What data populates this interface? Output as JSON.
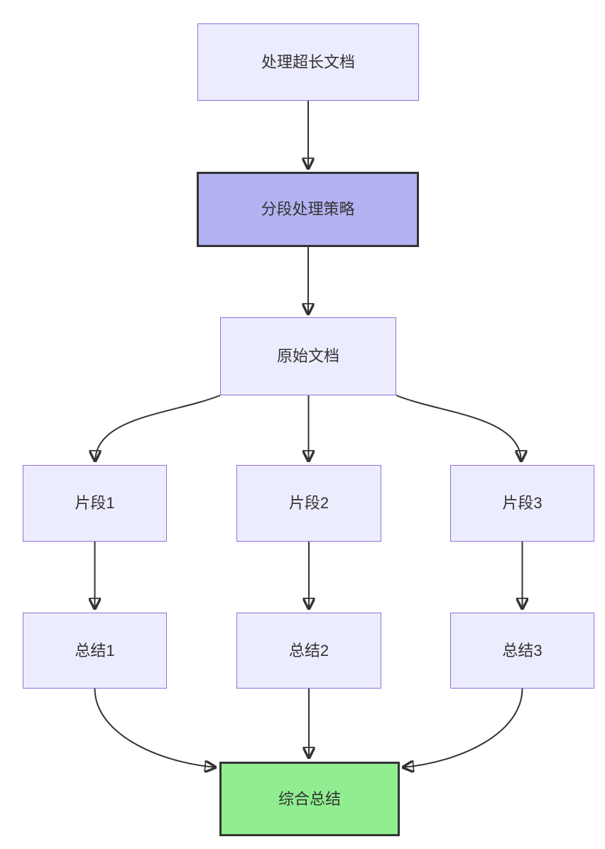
{
  "diagram": {
    "type": "flowchart",
    "direction": "top-down",
    "nodes": [
      {
        "id": "A",
        "label": "处理超长文档",
        "style": "default"
      },
      {
        "id": "B",
        "label": "分段处理策略",
        "style": "highlight-purple"
      },
      {
        "id": "C",
        "label": "原始文档",
        "style": "default"
      },
      {
        "id": "D1",
        "label": "片段1",
        "style": "default"
      },
      {
        "id": "D2",
        "label": "片段2",
        "style": "default"
      },
      {
        "id": "D3",
        "label": "片段3",
        "style": "default"
      },
      {
        "id": "E1",
        "label": "总结1",
        "style": "default"
      },
      {
        "id": "E2",
        "label": "总结2",
        "style": "default"
      },
      {
        "id": "E3",
        "label": "总结3",
        "style": "default"
      },
      {
        "id": "F",
        "label": "综合总结",
        "style": "highlight-green"
      }
    ],
    "edges": [
      [
        "A",
        "B"
      ],
      [
        "B",
        "C"
      ],
      [
        "C",
        "D1"
      ],
      [
        "C",
        "D2"
      ],
      [
        "C",
        "D3"
      ],
      [
        "D1",
        "E1"
      ],
      [
        "D2",
        "E2"
      ],
      [
        "D3",
        "E3"
      ],
      [
        "E1",
        "F"
      ],
      [
        "E2",
        "F"
      ],
      [
        "E3",
        "F"
      ]
    ],
    "colors": {
      "background": "#ffffff",
      "node_fill": "#ECECFF",
      "node_border": "#9370DB",
      "highlight_purple_fill": "#b3b3f2",
      "highlight_green_fill": "#90EE90",
      "highlight_border": "#333333",
      "edge": "#333333",
      "text": "#333333"
    }
  }
}
